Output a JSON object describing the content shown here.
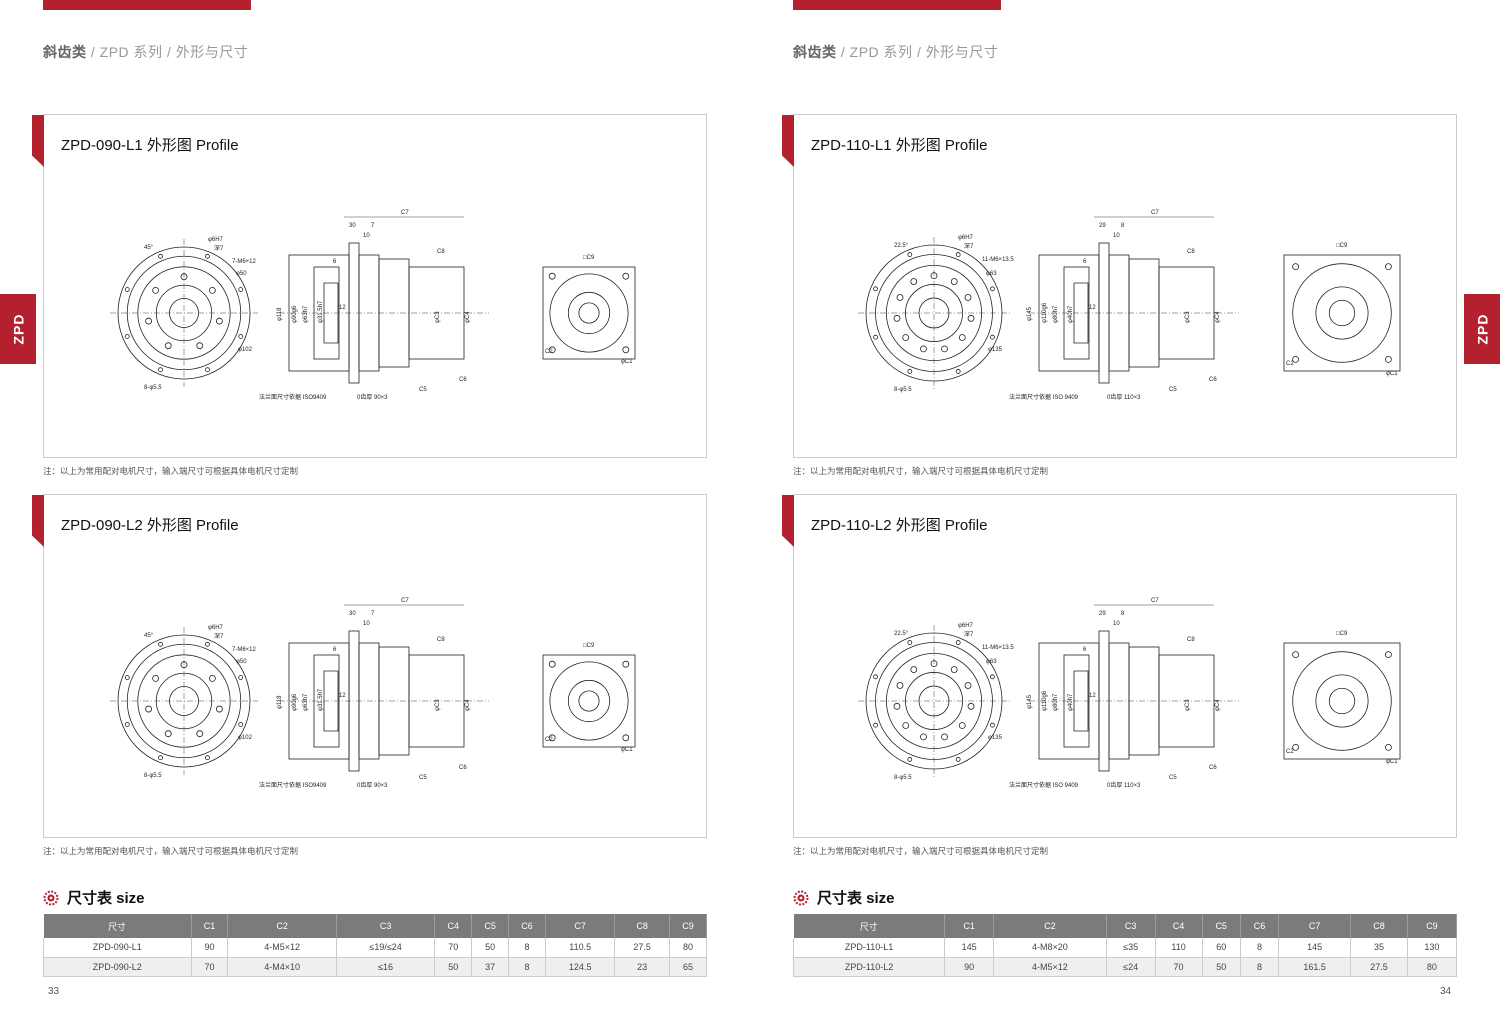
{
  "left": {
    "breadcrumb": {
      "bold": "斜齿类",
      "rest": " / ZPD 系列 / 外形与尺寸"
    },
    "side_tab": "ZPD",
    "panels": [
      {
        "title": "ZPD-090-L1 外形图 Profile",
        "labels": {
          "flange": "法兰面尺寸依据 ISO9409",
          "bolt": "8-φ5.5",
          "key": "0齿厚 90×3",
          "holes": "7-M6×12",
          "bore": "φ6H7",
          "depth": "深7",
          "c7": "C7",
          "c8": "C8",
          "c9": "□C9",
          "c5": "C5",
          "c6": "C6",
          "c2": "C2",
          "c1": "φC1",
          "c3": "φC3",
          "c4": "φC4",
          "d30": "30",
          "d10": "10",
          "d7": "7",
          "d6": "6",
          "d12": "12",
          "d118": "φ118",
          "d90": "φ90g6",
          "d63": "φ63h7",
          "d315": "φ31.5h7",
          "d50": "φ50",
          "d102": "φ102",
          "a45": "45°"
        }
      },
      {
        "title": "ZPD-090-L2 外形图 Profile",
        "labels": {
          "flange": "法兰面尺寸依据 ISO9409",
          "bolt": "8-φ5.5",
          "key": "0齿厚 90×3",
          "holes": "7-M6×12",
          "bore": "φ6H7",
          "depth": "深7",
          "c7": "C7",
          "c8": "C8",
          "c9": "□C9",
          "c5": "C5",
          "c6": "C6",
          "c2": "C2",
          "c1": "φC1",
          "c3": "φC3",
          "c4": "φC4",
          "d30": "30",
          "d10": "10",
          "d7": "7",
          "d6": "6",
          "d12": "12",
          "d118": "φ118",
          "d90": "φ90g6",
          "d63": "φ63h7",
          "d315": "φ31.5h7",
          "d50": "φ50",
          "d102": "φ102",
          "a45": "45°"
        }
      }
    ],
    "note": "注：以上为常用配对电机尺寸，输入端尺寸可根据具体电机尺寸定制",
    "size_heading": "尺寸表 size",
    "table": {
      "headers": [
        "尺寸",
        "C1",
        "C2",
        "C3",
        "C4",
        "C5",
        "C6",
        "C7",
        "C8",
        "C9"
      ],
      "rows": [
        [
          "ZPD-090-L1",
          "90",
          "4-M5×12",
          "≤19/≤24",
          "70",
          "50",
          "8",
          "110.5",
          "27.5",
          "80"
        ],
        [
          "ZPD-090-L2",
          "70",
          "4-M4×10",
          "≤16",
          "50",
          "37",
          "8",
          "124.5",
          "23",
          "65"
        ]
      ]
    },
    "page_number": "33"
  },
  "right": {
    "breadcrumb": {
      "bold": "斜齿类",
      "rest": " / ZPD 系列 / 外形与尺寸"
    },
    "side_tab": "ZPD",
    "panels": [
      {
        "title": "ZPD-110-L1 外形图 Profile",
        "labels": {
          "flange": "法兰面尺寸依据 ISO 9409",
          "bolt": "8-φ5.5",
          "key": "0齿厚 110×3",
          "holes": "11-M6×13.5",
          "bore": "φ6H7",
          "depth": "深7",
          "c7": "C7",
          "c8": "C8",
          "c9": "□C9",
          "c5": "C5",
          "c6": "C6",
          "c2": "C2",
          "c1": "φC1",
          "c3": "φC3",
          "c4": "φC4",
          "d30": "29",
          "d10": "10",
          "d7": "8",
          "d6": "6",
          "d12": "12",
          "d118": "φ145",
          "d90": "φ110g6",
          "d63": "φ80h7",
          "d315": "φ40h7",
          "d50": "φ63",
          "d102": "φ135",
          "a45": "22.5°"
        }
      },
      {
        "title": "ZPD-110-L2 外形图 Profile",
        "labels": {
          "flange": "法兰面尺寸依据 ISO 9409",
          "bolt": "8-φ5.5",
          "key": "0齿厚 110×3",
          "holes": "11-M6×13.5",
          "bore": "φ6H7",
          "depth": "深7",
          "c7": "C7",
          "c8": "C8",
          "c9": "□C9",
          "c5": "C5",
          "c6": "C6",
          "c2": "C2",
          "c1": "φC1",
          "c3": "φC3",
          "c4": "φC4",
          "d30": "29",
          "d10": "10",
          "d7": "8",
          "d6": "6",
          "d12": "12",
          "d118": "φ145",
          "d90": "φ110g6",
          "d63": "φ80h7",
          "d315": "φ40h7",
          "d50": "φ63",
          "d102": "φ135",
          "a45": "22.5°"
        }
      }
    ],
    "note": "注：以上为常用配对电机尺寸，输入端尺寸可根据具体电机尺寸定制",
    "size_heading": "尺寸表 size",
    "table": {
      "headers": [
        "尺寸",
        "C1",
        "C2",
        "C3",
        "C4",
        "C5",
        "C6",
        "C7",
        "C8",
        "C9"
      ],
      "rows": [
        [
          "ZPD-110-L1",
          "145",
          "4-M8×20",
          "≤35",
          "110",
          "60",
          "8",
          "145",
          "35",
          "130"
        ],
        [
          "ZPD-110-L2",
          "90",
          "4-M5×12",
          "≤24",
          "70",
          "50",
          "8",
          "161.5",
          "27.5",
          "80"
        ]
      ]
    },
    "page_number": "34"
  },
  "colors": {
    "accent": "#b5202e",
    "table_header": "#7b7b7b",
    "row_alt": "#efefef"
  },
  "icons": {
    "size_heading": "gear-icon"
  }
}
